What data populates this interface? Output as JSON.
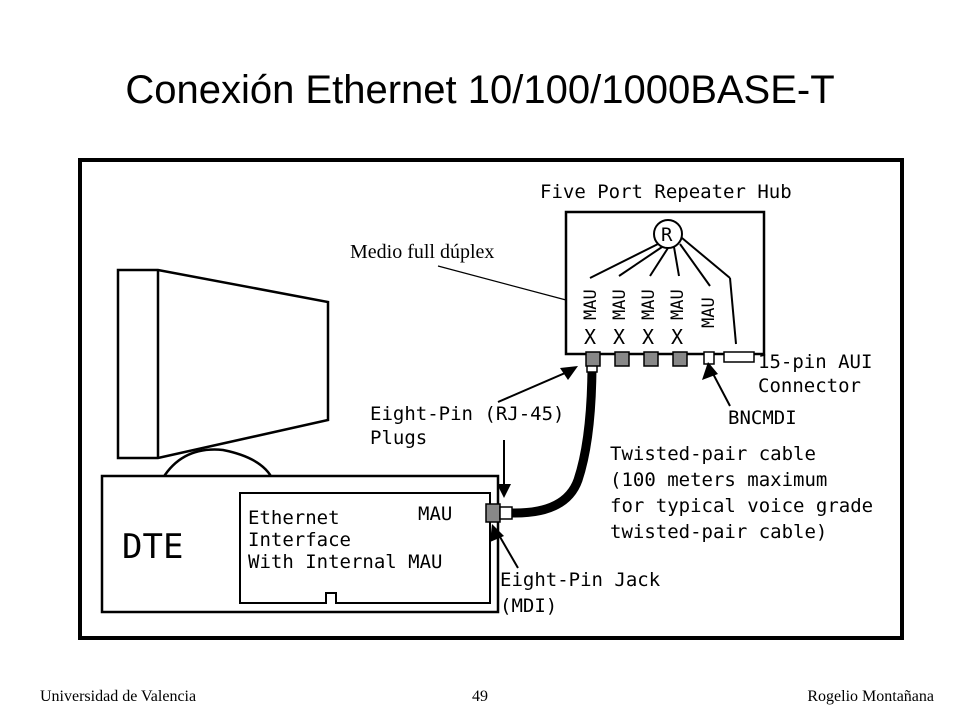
{
  "slide": {
    "title": "Conexión Ethernet 10/100/1000BASE-T"
  },
  "diagram": {
    "hub_label": "Five Port Repeater Hub",
    "repeater_symbol": "R",
    "port_units": [
      "MAU",
      "MAU",
      "MAU",
      "MAU",
      "MAU"
    ],
    "port_crosses": [
      "X",
      "X",
      "X",
      "X"
    ],
    "annotation": "Medio full dúplex",
    "aui_connector_label": [
      "15-pin AUI",
      "Connector"
    ],
    "bnc_label": "BNCMDI",
    "plugs_label": [
      "Eight-Pin (RJ-45)",
      "Plugs"
    ],
    "cable_label": [
      "Twisted-pair cable",
      "(100 meters maximum",
      "for typical voice grade",
      "twisted-pair cable)"
    ],
    "dte_label": "DTE",
    "interface_label": [
      "Ethernet",
      "Interface",
      "With Internal MAU"
    ],
    "internal_mau_label": "MAU",
    "jack_label": [
      "Eight-Pin Jack",
      "(MDI)"
    ]
  },
  "footer": {
    "left": "Universidad de Valencia",
    "center": "49",
    "right": "Rogelio Montañana"
  }
}
